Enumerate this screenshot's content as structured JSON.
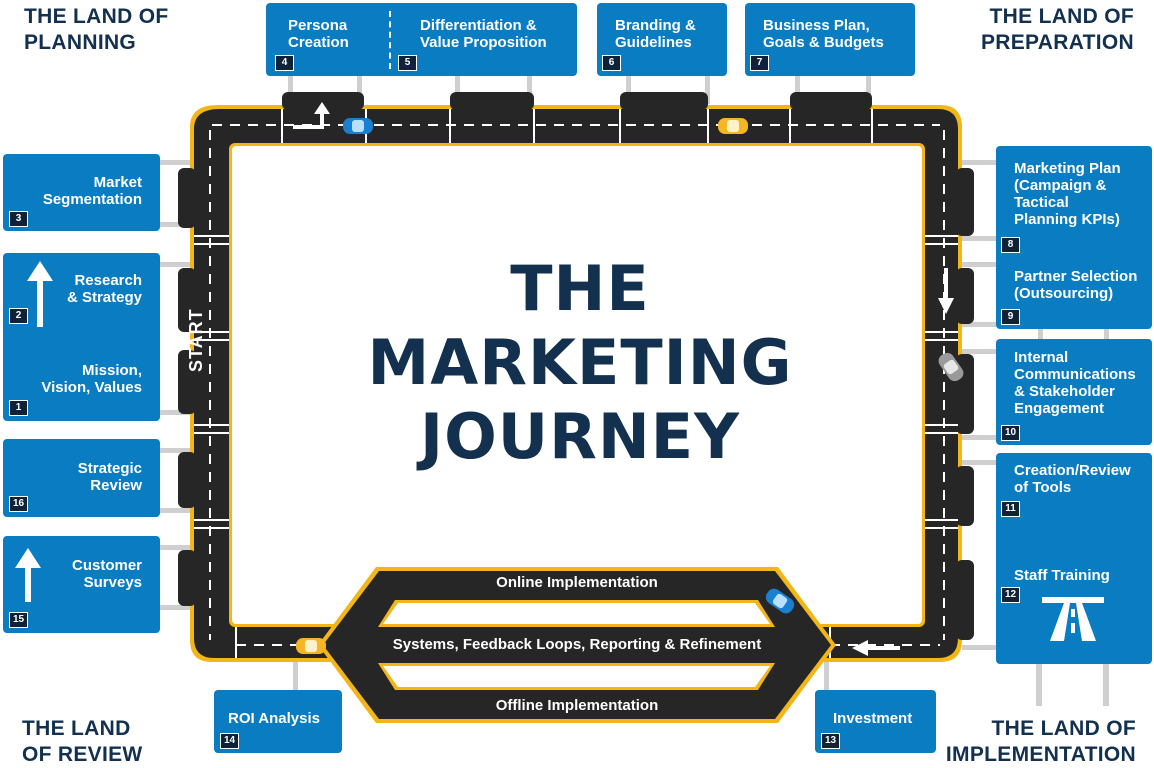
{
  "lands": {
    "planning": "THE LAND OF\nPLANNING",
    "preparation": "THE LAND OF\nPREPARATION",
    "review": "THE LAND\nOF REVIEW",
    "implementation": "THE LAND OF\nIMPLEMENTATION"
  },
  "title": {
    "line1": "THE",
    "line2": "MARKETING",
    "line3": "JOURNEY"
  },
  "start_label": "START",
  "stops": [
    {
      "num": "1",
      "label": "Mission,\nVision, Values"
    },
    {
      "num": "2",
      "label": "Research\n& Strategy"
    },
    {
      "num": "3",
      "label": "Market\nSegmentation"
    },
    {
      "num": "4",
      "label": "Persona\nCreation"
    },
    {
      "num": "5",
      "label": "Differentiation &\nValue Proposition"
    },
    {
      "num": "6",
      "label": "Branding &\nGuidelines"
    },
    {
      "num": "7",
      "label": "Business Plan,\nGoals & Budgets"
    },
    {
      "num": "8",
      "label": "Marketing Plan\n(Campaign &\nTactical\nPlanning KPIs)"
    },
    {
      "num": "9",
      "label": "Partner Selection\n(Outsourcing)"
    },
    {
      "num": "10",
      "label": "Internal\nCommunications\n& Stakeholder\nEngagement"
    },
    {
      "num": "11",
      "label": "Creation/Review\nof Tools"
    },
    {
      "num": "12",
      "label": "Staff Training"
    },
    {
      "num": "13",
      "label": "Investment"
    },
    {
      "num": "14",
      "label": "ROI Analysis"
    },
    {
      "num": "15",
      "label": "Customer\nSurveys"
    },
    {
      "num": "16",
      "label": "Strategic\nReview"
    }
  ],
  "roads": {
    "online": "Online Implementation",
    "systems": "Systems, Feedback Loops, Reporting & Refinement",
    "offline": "Offline Implementation"
  },
  "colors": {
    "sign_blue": "#0a7cc1",
    "road": "#262626",
    "road_edge": "#f2b619",
    "title_navy": "#13304f",
    "car_blue": "#1b7fd0",
    "car_yellow": "#f5b625",
    "car_grey": "#9a9a9a"
  },
  "icons": [
    "arrow-up-icon",
    "turn-right-arrow-icon",
    "arrow-down-icon",
    "arrow-left-icon",
    "highway-icon",
    "car-icon"
  ]
}
